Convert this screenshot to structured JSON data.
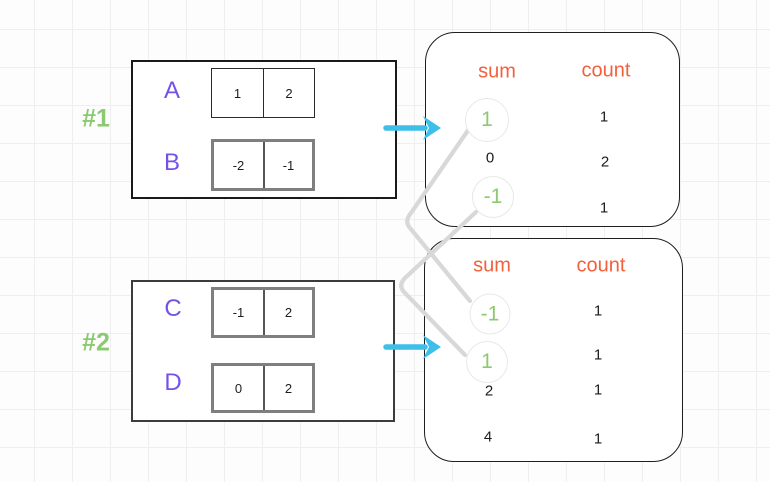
{
  "diagram": {
    "groups": [
      {
        "label": "#1",
        "rows": [
          {
            "name": "A",
            "cells": [
              "1",
              "2"
            ]
          },
          {
            "name": "B",
            "cells": [
              "-2",
              "-1"
            ]
          }
        ]
      },
      {
        "label": "#2",
        "rows": [
          {
            "name": "C",
            "cells": [
              "-1",
              "2"
            ]
          },
          {
            "name": "D",
            "cells": [
              "0",
              "2"
            ]
          }
        ]
      }
    ],
    "tables": [
      {
        "sum_header": "sum",
        "count_header": "count",
        "rows": [
          {
            "sum": "1",
            "count": "1",
            "highlighted": true
          },
          {
            "sum": "0",
            "count": "2",
            "highlighted": false
          },
          {
            "sum": "-1",
            "count": "1",
            "highlighted": true
          }
        ]
      },
      {
        "sum_header": "sum",
        "count_header": "count",
        "rows": [
          {
            "sum": "-1",
            "count": "1",
            "highlighted": true
          },
          {
            "sum": "1",
            "count": "1",
            "highlighted": true
          },
          {
            "sum": "2",
            "count": "1",
            "highlighted": false
          },
          {
            "sum": "4",
            "count": "1",
            "highlighted": false
          }
        ]
      }
    ],
    "icons": {
      "flow_arrow_1": "arrow-right",
      "flow_arrow_2": "arrow-right",
      "connectors": "crossing-elbow-lines"
    },
    "colors": {
      "group_label_green": "#8cc971",
      "array_letter_purple": "#7551e9",
      "header_orange": "#f2613e",
      "arrow_cyan": "#3dbfe9",
      "connector_gray": "#d8d8d8",
      "text_black": "#1d1d1d"
    }
  }
}
